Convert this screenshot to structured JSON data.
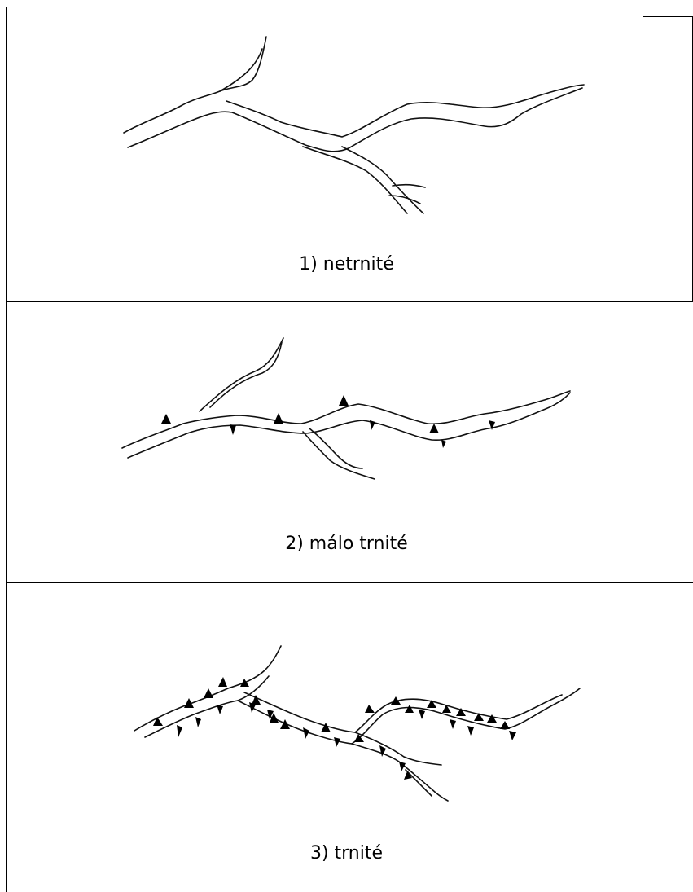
{
  "panels": [
    {
      "label": "1) netrnité"
    },
    {
      "label": "2) málo trnité"
    },
    {
      "label": "3) trnité"
    }
  ],
  "colors": {
    "ink": "#000000",
    "background": "#ffffff"
  }
}
